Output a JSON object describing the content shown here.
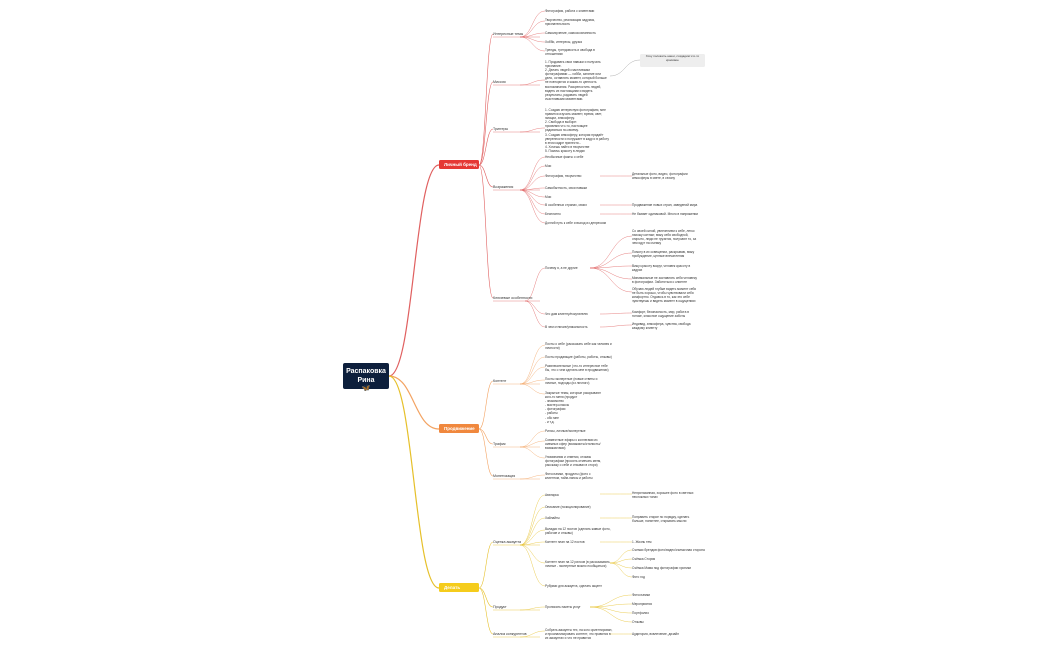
{
  "root": {
    "title": "Распаковка Рина",
    "emoji": "🦋"
  },
  "colors": {
    "red": "#e53935",
    "orange": "#f0883e",
    "yellow": "#f5cc1c",
    "root": "#0d1f3c",
    "red_line": "#e06060",
    "orange_line": "#f3a362",
    "yellow_line": "#e6c02a"
  },
  "branches": {
    "lichny_brend": {
      "label": "Личный бренд",
      "interesy": {
        "label": "Интересные темы",
        "items": [
          "Фотография, работа с клиентами",
          "Творчество, реализация задумок,\nпризнательность",
          "Самоизучение, самоосознанность",
          "Хобби, интересы, друзья",
          "Тренды, трендовость и свобода в\nотношениях"
        ]
      },
      "missiya": {
        "label": "Миссия",
        "text": "1. Продавать свои навыки и получать\nпризнание.\n2. Делать людей счастливыми\nфотографиями — хобби, занятие или\nдело, оставлять момент, который больше\nне повторится и какая-то ценность\nвоспоминания. Раскрепостить людей,\nвидеть их настоящими и видеть\nрезультаты, радовать людей\nсчастливыми моментами.",
        "callout": "Хочу положить наши, создадим что-то\nкрасивое"
      },
      "triggery": {
        "label": "Триггеры",
        "text": "1. Создаю интересную фотографию, мне\nнравится изучать момент, время, свет,\nэмоции, атмосферу.\n2. Свобода в выборе:\nпроявляю что-то, настоящее\nрадоваться по-своему.\n3. Создаю атмосферу, которая придаёт\nуверенности и погружает в кадр и в работу\nв этом кадре принести...\n4. Хочешь найти в творчестве\n5. Помочь красоту в людях"
      },
      "vozrazheniya": {
        "label": "Возражения",
        "items": [
          {
            "text": "Необычные факты о себе"
          },
          {
            "text": "Мои"
          },
          {
            "text": "Фотография, творчество",
            "note": "Детальные фото, видео, фотографии\nатмосферы в свете, в сезону"
          },
          {
            "text": "Самобытность, свои навыки"
          },
          {
            "text": "Мои"
          },
          {
            "text": "В особенных странах, своих",
            "note": "Продвижение новых стран, заведений мира"
          },
          {
            "text": "Бесплатно",
            "note": "Не бывает одинаковой. Много в напряжении"
          },
          {
            "text": "Долгий путь к себе и выход из депрессии"
          }
        ]
      },
      "klyuchevye": {
        "label": "Ключевые особенности",
        "sub": [
          {
            "text": "Почему я, а не другие",
            "notes": [
              "Со своей силой, увлечением к себе, легко\nнахожу контакт, вижу себя свободной,\nоткрыто, люди не грузятся, получают то, за\nчем идут на съемку",
              "Помогу в их освещении, раскрываю, вижу\nпробуждение, ценные впечатления",
              "Вижу красоту вокруг, человек красоту в\nкадрах",
              "Минимальные не заставлять себя человеку\nв фотографии. Заботиться о клиенте",
              "Обучаю людей глубже видеть момент себя\nне быть хорошо, чтобы чувствовали себя\nкомфортно. Отдаюсь в то, как это себе\nчувствуешь и видеть момент в ощущениях"
            ]
          },
          {
            "text": "Что дам клиенту/покупателю",
            "notes": [
              "Комфорт, безопасность, мир, работа в\nпотоке, классное ощущение заботы"
            ]
          },
          {
            "text": "В чем отличие/уникальность",
            "notes": [
              "Индивид, атмосфера, чувства, свобода\nкаждому клиенту"
            ]
          }
        ]
      }
    },
    "prodvizhenie": {
      "label": "Продвижение",
      "kontent": {
        "label": "Контент",
        "items": [
          "Посты о себе (рассказать себе как человек и\nличности)",
          "Посты продающие (работы, работы, отзывы)",
          "Развлекательные (что-то интересное тебе\nбы, что о чем сделать мне в продвижении)",
          "Посты экспертные (новые ответы и\nличные, подходы (из личного)",
          "Закрытые темы, которые раскрывают\nкого-то меня (продукт\n- знакомство\n- мастер-классы\n- фотографии\n- работы\n- обо мне\n- и т.д."
        ]
      },
      "trafik": {
        "label": "Трафик",
        "items": [
          "Рилсы, личные/экспертные",
          "Совместные эфиры с коллегами из\nсмежных сфер (визажисты/стилисты/\nвизажистами)",
          "Упоминания и отметки, отзывы\nфотографам (просить отмечать меня,\nрасскажу о себе и отзывах в стори)"
        ]
      },
      "monetizaciya": {
        "label": "Монетизация",
        "items": [
          "Фотосъемки, продукты (фото с\nклиентом, тайм-лапсы и работы"
        ]
      }
    },
    "delat": {
      "label": "Делать",
      "ocenka": {
        "label": "Оценка аккаунта",
        "items": [
          {
            "text": "Аватарка",
            "notes": [
              "Непритязанная, хорошее фото в светлых\nнесложных тонах"
            ]
          },
          {
            "text": "Описание (позиционирование)"
          },
          {
            "text": "Хайлайты",
            "notes": [
              "Поправить старое по порядку, сделать\nбольше, понятнее, открывать мысли"
            ]
          },
          {
            "text": "Вкладки на 12 постов (сделать живые фото,\nрабочие и отзывы)"
          },
          {
            "text": "Контент план на 12 постов",
            "notes": [
              "1. Жизнь тем"
            ]
          },
          {
            "text": "Контент план на 12 рилсов (в рассказывать\nличные - экспертные можно пообщаться)",
            "notes": [
              "Съемки брендов фото/видео/съемочная сторона",
              "Съёмка Стория",
              "Съёмка Мама под фотографии хроники",
              "Фото год"
            ]
          },
          {
            "text": "Рубрики для аккаунта, сделать акцент"
          }
        ]
      },
      "produkt": {
        "label": "Продукт",
        "items": [
          {
            "text": "Прописать пакеты услуг",
            "notes": [
              "Фотосъемки",
              "Мероприятия",
              "Портфолио",
              "Отзывы"
            ]
          }
        ]
      },
      "analiz": {
        "label": "Анализ конкурентов",
        "items": [
          {
            "text": "Собрать аккаунты тех, на кого ориентирован,\nи проанализировать контент, что нравится в\nих аккаунтах и что не нравится",
            "notes": [
              "Аудитория, вовлечение, дизайн"
            ]
          }
        ]
      }
    }
  }
}
